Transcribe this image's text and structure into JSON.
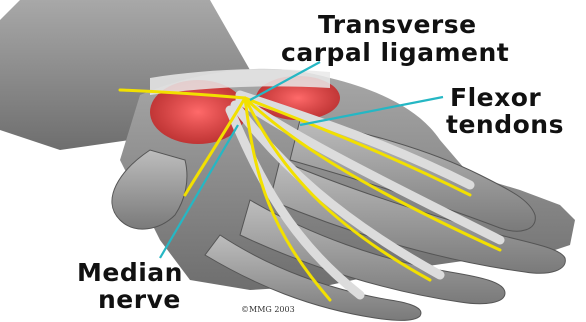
{
  "labels": {
    "transverse_carpal_ligament_line1": "Transverse",
    "transverse_carpal_ligament_line2": "carpal ligament",
    "flexor_tendons_line1": "Flexor",
    "flexor_tendons_line2": "tendons",
    "median_nerve_line1": "Median",
    "median_nerve_line2": "nerve",
    "copyright": "©MMG 2003"
  },
  "colors": {
    "skin": "#8e8e8e",
    "skin_light": "#c9c9c9",
    "tendon": "#d8d8d8",
    "ligament_red": "#e03a3a",
    "nerve_yellow": "#f2e000",
    "leader_line": "#25b7c4"
  }
}
